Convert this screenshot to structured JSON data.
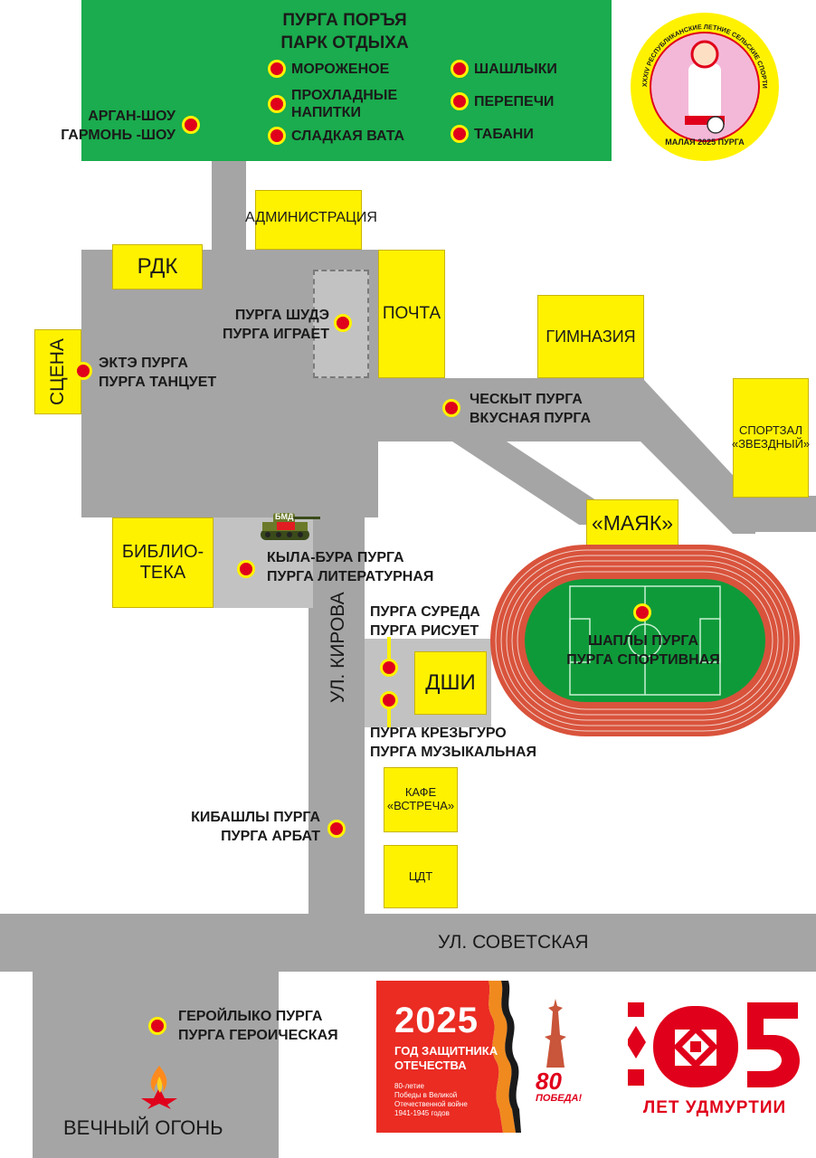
{
  "park": {
    "title_line1": "ПУРГА ПОРЪЯ",
    "title_line2": "ПАРК ОТДЫХА",
    "items_left": [
      "МОРОЖЕНОЕ",
      "ПРОХЛАДНЫЕ НАПИТКИ",
      "СЛАДКАЯ ВАТА"
    ],
    "items_right": [
      "ШАШЛЫКИ",
      "ПЕРЕПЕЧИ",
      "ТАБАНИ"
    ]
  },
  "buildings": {
    "administration": "АДМИНИСТРАЦИЯ",
    "rdk": "РДК",
    "post": "ПОЧТА",
    "gymnasium": "ГИМНАЗИЯ",
    "sportzal_line1": "СПОРТЗАЛ",
    "sportzal_line2": "«ЗВЕЗДНЫЙ»",
    "stage": "СЦЕНА",
    "library_line1": "БИБЛИО-",
    "library_line2": "ТЕКА",
    "mayak": "«МАЯК»",
    "dshi": "ДШИ",
    "cafe_line1": "КАФЕ",
    "cafe_line2": "«ВСТРЕЧА»",
    "cdt": "ЦДТ"
  },
  "points": {
    "argan_line1": "АРГАН-ШОУ",
    "argan_line2": "ГАРМОНЬ -ШОУ",
    "shude_line1": "ПУРГА ШУДЭ",
    "shude_line2": "ПУРГА ИГРАЕТ",
    "ekte_line1": "ЭКТЭ ПУРГА",
    "ekte_line2": "ПУРГА ТАНЦУЕТ",
    "cheskyt_line1": "ЧЕСКЫТ ПУРГА",
    "cheskyt_line2": "ВКУСНАЯ ПУРГА",
    "kyla_line1": "КЫЛА-БУРА ПУРГА",
    "kyla_line2": "ПУРГА ЛИТЕРАТУРНАЯ",
    "sureda_line1": "ПУРГА СУРЕДА",
    "sureda_line2": "ПУРГА РИСУЕТ",
    "shaply_line1": "ШАПЛЫ ПУРГА",
    "shaply_line2": "ПУРГА СПОРТИВНАЯ",
    "krez_line1": "ПУРГА КРЕЗЬГУРО",
    "krez_line2": "ПУРГА МУЗЫКАЛЬНАЯ",
    "kibashly_line1": "КИБАШЛЫ ПУРГА",
    "kibashly_line2": "ПУРГА АРБАТ",
    "geroy_line1": "ГЕРОЙЛЫКО ПУРГА",
    "geroy_line2": "ПУРГА ГЕРОИЧЕСКАЯ"
  },
  "streets": {
    "kirova": "УЛ. КИРОВА",
    "sovetskaya": "УЛ. СОВЕТСКАЯ"
  },
  "tank_label": "БМД",
  "eternal_flame": "ВЕЧНЫЙ ОГОНЬ",
  "logo_games": {
    "ring_text": "XXXIV РЕСПУБЛИКАНСКИЕ ЛЕТНИЕ СЕЛЬСКИЕ СПОРТИВНЫЕ ИГРЫ",
    "bottom_text": "МАЛАЯ 2025 ПУРГА"
  },
  "banner_defender": {
    "year": "2025",
    "line1": "ГОД ЗАЩИТНИКА",
    "line2": "ОТЕЧЕСТВА",
    "small1": "80-летие",
    "small2": "Победы в Великой",
    "small3": "Отечественной войне",
    "small4": "1941-1945 годов",
    "victory_num": "80",
    "victory_text": "ПОБЕДА!"
  },
  "logo_udmurtia": {
    "number": "105",
    "caption": "ЛЕТ УДМУРТИИ"
  },
  "colors": {
    "park_green": "#1aac4e",
    "building_yellow": "#fff200",
    "road_gray": "#a5a5a5",
    "marker_red": "#e0001b",
    "track_red": "#d9533c",
    "field_green": "#0f9a3a",
    "banner_red": "#ea2c23"
  }
}
